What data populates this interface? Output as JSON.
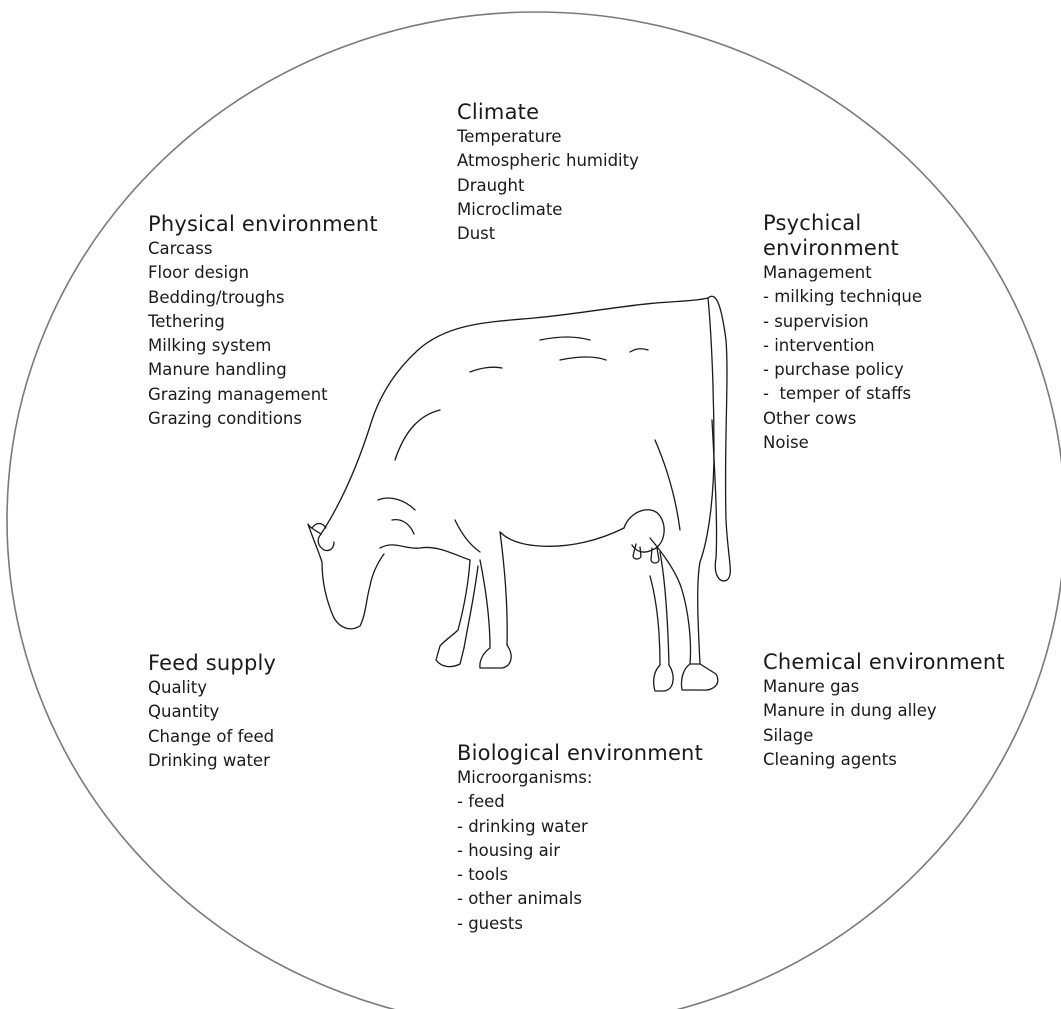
{
  "colors": {
    "circle_stroke": "#7a7a7a",
    "line_drawing": "#1a1a1a",
    "text": "#1a1a1a",
    "background": "#ffffff"
  },
  "climate": {
    "title": "Climate",
    "items": [
      "Temperature",
      "Atmospheric humidity",
      "Draught",
      "Microclimate",
      "Dust"
    ]
  },
  "physical": {
    "title": "Physical environment",
    "items": [
      "Carcass",
      "Floor design",
      "Bedding/troughs",
      "Tethering",
      "Milking system",
      "Manure handling",
      "Grazing management",
      "Grazing conditions"
    ]
  },
  "psychical": {
    "title": "Psychical environment",
    "items": [
      "Management",
      "- milking technique",
      "- supervision",
      "- intervention",
      "- purchase policy",
      "-  temper of staffs",
      "Other cows",
      "Noise"
    ]
  },
  "feed": {
    "title": "Feed supply",
    "items": [
      "Quality",
      "Quantity",
      "Change of feed",
      "Drinking water"
    ]
  },
  "chemical": {
    "title": "Chemical environment",
    "items": [
      "Manure gas",
      "Manure in dung alley",
      "Silage",
      "Cleaning agents"
    ]
  },
  "biological": {
    "title": "Biological environment",
    "items": [
      "Microorganisms:",
      "- feed",
      "- drinking water",
      "- housing air",
      "- tools",
      "- other animals",
      "- guests"
    ]
  }
}
